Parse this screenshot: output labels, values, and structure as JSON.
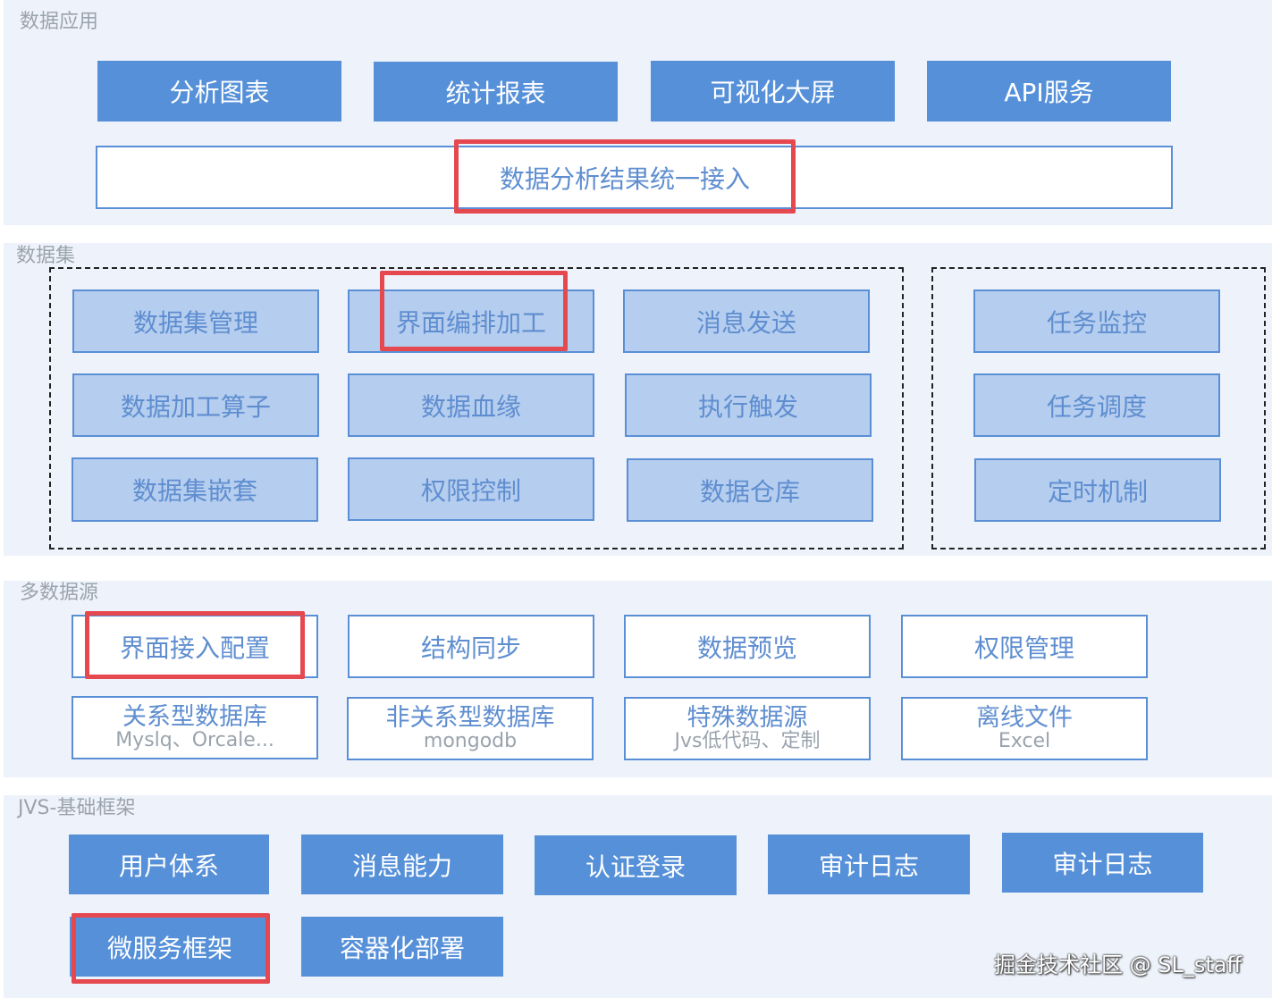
{
  "sections": {
    "data_app": {
      "title": "数据应用",
      "buttons": [
        "分析图表",
        "统计报表",
        "可视化大屏",
        "API服务"
      ],
      "unified_access": "数据分析结果统一接入"
    },
    "dataset": {
      "title": "数据集",
      "grid": [
        [
          "数据集管理",
          "界面编排加工",
          "消息发送"
        ],
        [
          "数据加工算子",
          "数据血缘",
          "执行触发"
        ],
        [
          "数据集嵌套",
          "权限控制",
          "数据仓库"
        ]
      ],
      "tasks": [
        "任务监控",
        "任务调度",
        "定时机制"
      ]
    },
    "datasource": {
      "title": "多数据源",
      "row1": [
        "界面接入配置",
        "结构同步",
        "数据预览",
        "权限管理"
      ],
      "row2": [
        {
          "main": "关系型数据库",
          "sub": "Myslq、Orcale..."
        },
        {
          "main": "非关系型数据库",
          "sub": "mongodb"
        },
        {
          "main": "特殊数据源",
          "sub": "Jvs低代码、定制"
        },
        {
          "main": "离线文件",
          "sub": "Excel"
        }
      ]
    },
    "framework": {
      "title": "JVS-基础框架",
      "row1": [
        "用户体系",
        "消息能力",
        "认证登录",
        "审计日志",
        "审计日志"
      ],
      "row2": [
        "微服务框架",
        "容器化部署"
      ]
    }
  },
  "watermark": "掘金技术社区 @ SL_staff",
  "colors": {
    "primary": "#5690d9",
    "light_fill": "#b5cdee",
    "highlight": "#e5484f",
    "section_bg": "#eef3fb"
  }
}
